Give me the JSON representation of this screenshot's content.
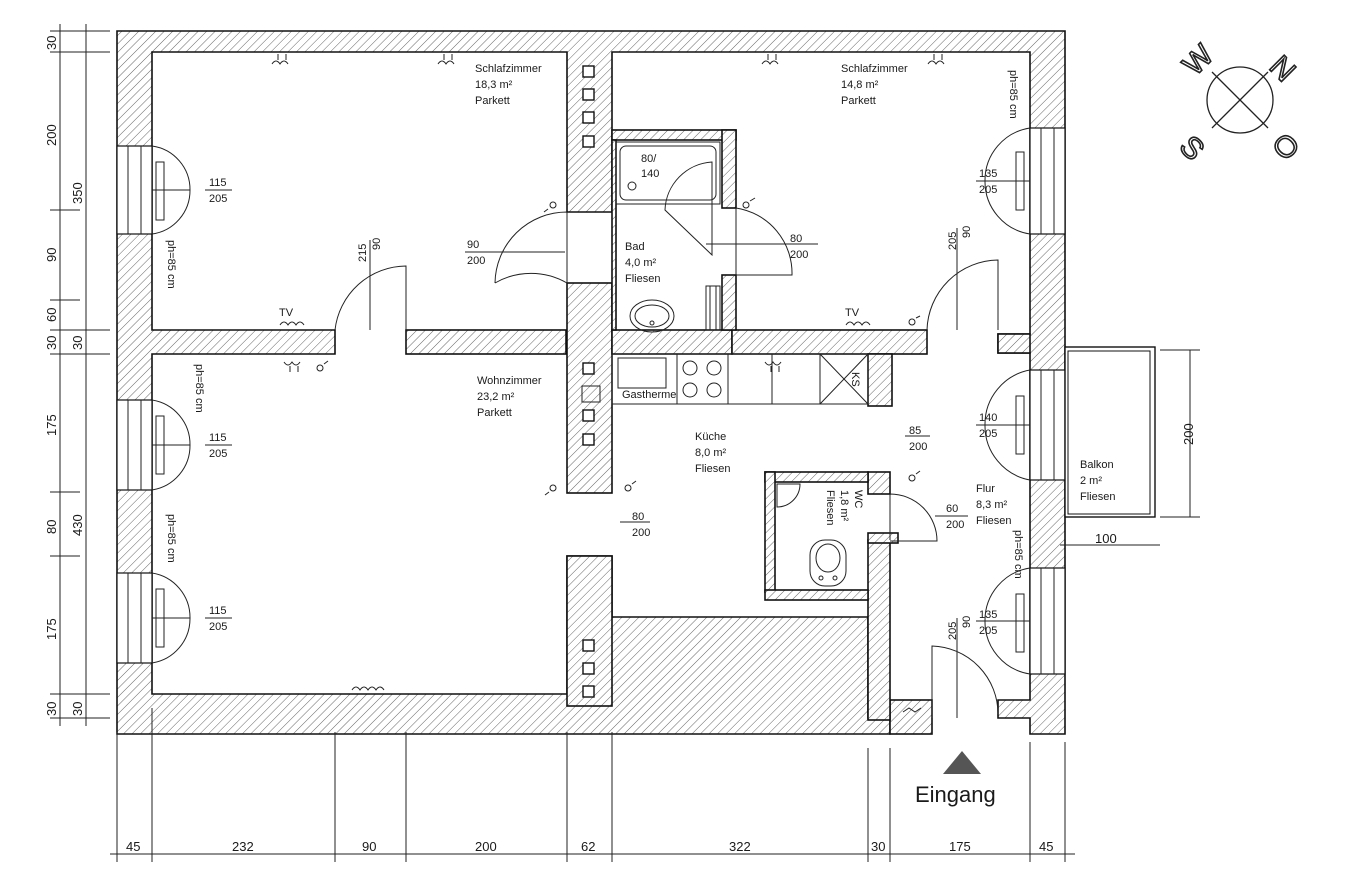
{
  "rooms": {
    "bedroom1": {
      "name": "Schlafzimmer",
      "area": "18,3 m²",
      "floor": "Parkett"
    },
    "bedroom2": {
      "name": "Schlafzimmer",
      "area": "14,8 m²",
      "floor": "Parkett"
    },
    "bath": {
      "name": "Bad",
      "area": "4,0 m²",
      "floor": "Fliesen"
    },
    "living": {
      "name": "Wohnzimmer",
      "area": "23,2 m²",
      "floor": "Parkett"
    },
    "kitchen": {
      "name": "Küche",
      "area": "8,0 m²",
      "floor": "Fliesen"
    },
    "wc": {
      "name": "WC",
      "area": "1,8 m²",
      "floor": "Fliesen"
    },
    "hall": {
      "name": "Flur",
      "area": "8,3 m²",
      "floor": "Fliesen"
    },
    "balcony": {
      "name": "Balkon",
      "area": "2 m²",
      "floor": "Fliesen"
    }
  },
  "labels": {
    "gastherme": "Gastherme",
    "ks": "KS",
    "tv": "TV",
    "bathtub_top": "80/",
    "bathtub_bottom": "140",
    "entrance": "Eingang"
  },
  "compass": {
    "n": "N",
    "o": "O",
    "s": "S",
    "w": "W"
  },
  "windows": [
    {
      "w": "115",
      "h": "205"
    },
    {
      "w": "115",
      "h": "205"
    },
    {
      "w": "115",
      "h": "205"
    },
    {
      "w": "135",
      "h": "205"
    },
    {
      "w": "140",
      "h": "205"
    },
    {
      "w": "135",
      "h": "205"
    }
  ],
  "parapet": "ph=85 cm",
  "doors": [
    {
      "w": "90",
      "h": "200"
    },
    {
      "w": "80",
      "h": "200"
    },
    {
      "w": "85",
      "h": "200"
    },
    {
      "w": "80",
      "h": "200"
    },
    {
      "w": "60",
      "h": "200"
    }
  ],
  "rotated_doors": [
    {
      "w": "90",
      "h": "215"
    },
    {
      "w": "90",
      "h": "205"
    },
    {
      "w": "90",
      "h": "205"
    }
  ],
  "dims_bottom": [
    "45",
    "232",
    "90",
    "200",
    "62",
    "322",
    "30",
    "175",
    "45"
  ],
  "dims_left_outer": [
    "30",
    "200",
    "90",
    "60",
    "30",
    "175",
    "80",
    "175",
    "30"
  ],
  "dims_left_inner": [
    "350",
    "30",
    "430",
    "30"
  ],
  "balcony_dims": {
    "depth": "200",
    "width": "100"
  }
}
